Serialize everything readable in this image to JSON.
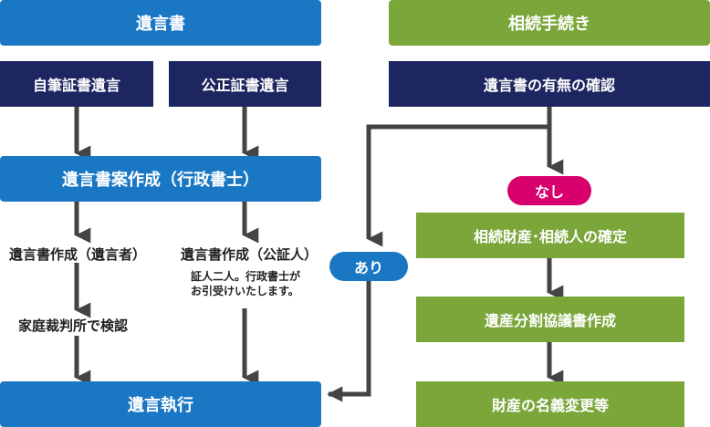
{
  "left": {
    "header": "遺言書",
    "type_holographic": "自筆証書遺言",
    "type_notarial": "公正証書遺言",
    "draft": "遺言書案作成（行政書士）",
    "by_testator": "遺言書作成（遺言者）",
    "by_notary": "遺言書作成（公証人）",
    "note_line1": "証人二人。行政書士が",
    "note_line2": "お引受けいたします。",
    "court_probate": "家庭裁判所で検認",
    "execution": "遺言執行"
  },
  "right": {
    "header": "相続手続き",
    "check_will": "遺言書の有無の確認",
    "label_none": "なし",
    "label_exists": "あり",
    "confirm_assets": "相続財産･相続人の確定",
    "division_agreement": "遺産分割協議書作成",
    "title_change": "財産の名義変更等"
  },
  "colors": {
    "blue": "#1a77c4",
    "navy": "#1d2660",
    "green": "#7aa63a",
    "magenta": "#d8006c",
    "arrow": "#444444"
  }
}
